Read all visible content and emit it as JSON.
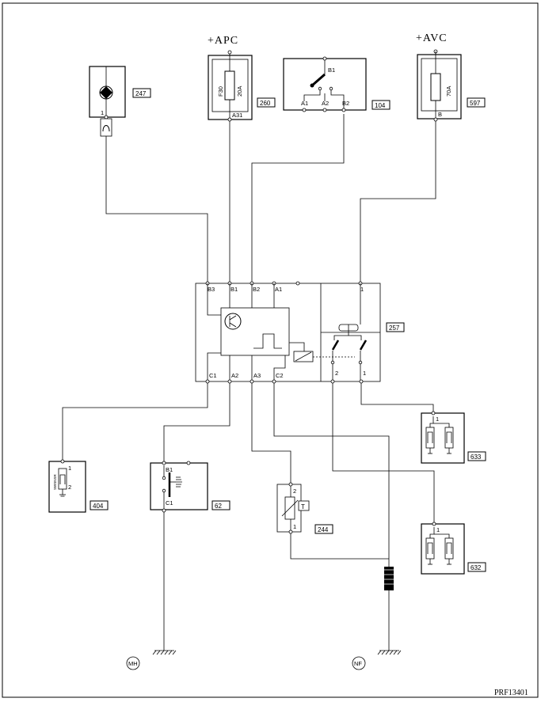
{
  "supplies": {
    "apc": "+APC",
    "avc": "+AVC"
  },
  "components": {
    "c247": {
      "number": "247",
      "pin": "1"
    },
    "c260": {
      "number": "260",
      "fuse_code": "F30",
      "rating": "20A",
      "pin": "A31"
    },
    "c104": {
      "number": "104",
      "pins": [
        "B1",
        "A1",
        "A2",
        "B2"
      ]
    },
    "c597": {
      "number": "597",
      "rating": "70A",
      "pin": "B"
    },
    "c257": {
      "number": "257",
      "pins_top": [
        "B3",
        "B1",
        "B2",
        "A1"
      ],
      "pins_bottom": [
        "C1",
        "A2",
        "A3",
        "C2"
      ],
      "relay_pins": [
        "1",
        "2",
        "1"
      ]
    },
    "c404": {
      "number": "404",
      "label": "SWSNSR",
      "pin_top": "1",
      "pin_bottom": "2"
    },
    "c62": {
      "number": "62",
      "pins": [
        "B1",
        "C1"
      ]
    },
    "c244": {
      "number": "244",
      "pins": [
        "2",
        "1"
      ],
      "symbol": "T"
    },
    "c633": {
      "number": "633",
      "pin": "1"
    },
    "c632": {
      "number": "632",
      "pin": "1"
    }
  },
  "grounds": {
    "left": "MH",
    "right": "NF"
  },
  "reference": "PRF13401"
}
